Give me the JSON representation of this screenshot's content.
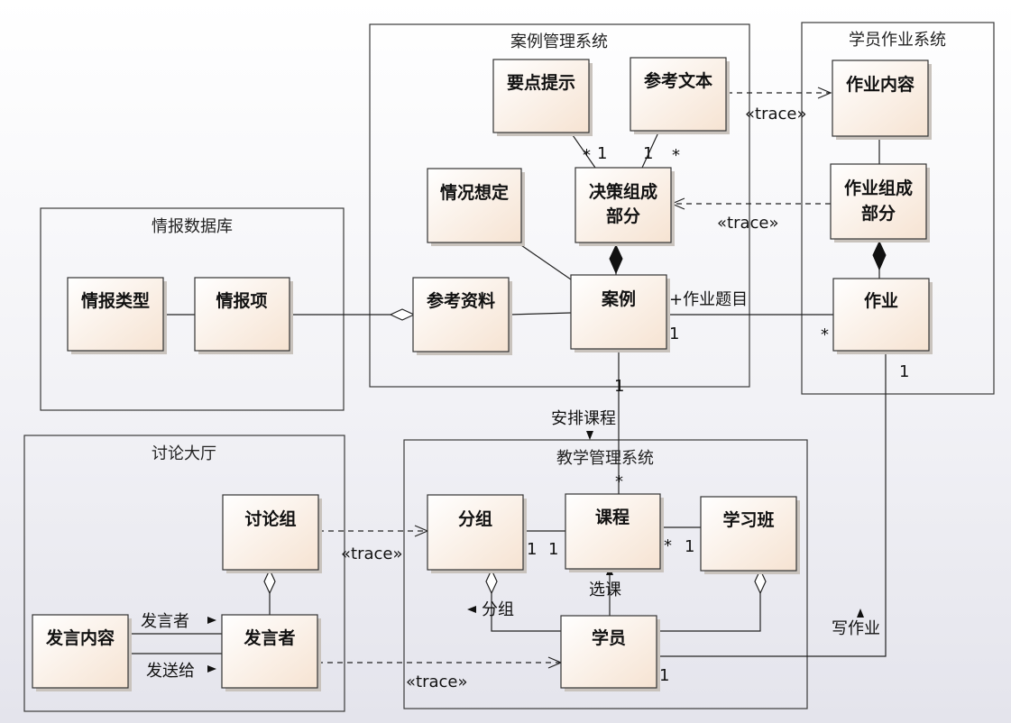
{
  "packages": {
    "case_mgmt": "案例管理系统",
    "homework_sys": "学员作业系统",
    "intel_db": "情报数据库",
    "forum": "讨论大厅",
    "teaching": "教学管理系统"
  },
  "classes": {
    "key_points": "要点提示",
    "ref_text": "参考文本",
    "scenario": "情况想定",
    "decision_part": [
      "决策组成",
      "部分"
    ],
    "ref_material": "参考资料",
    "case": "案例",
    "hw_content": "作业内容",
    "hw_part": [
      "作业组成",
      "部分"
    ],
    "homework": "作业",
    "intel_type": "情报类型",
    "intel_item": "情报项",
    "group_disc": "讨论组",
    "speech_content": "发言内容",
    "speaker": "发言者",
    "group": "分组",
    "course": "课程",
    "study_class": "学习班",
    "student": "学员"
  },
  "labels": {
    "trace": "«trace»",
    "assignment": "+作业题目",
    "schedule_course": "安排课程",
    "speaker_role": "发言者",
    "send_to": "发送给",
    "grouping": "分组",
    "select_course": "选课",
    "write_hw": "写作业"
  },
  "multiplicities": {
    "one": "1",
    "many": "*"
  }
}
